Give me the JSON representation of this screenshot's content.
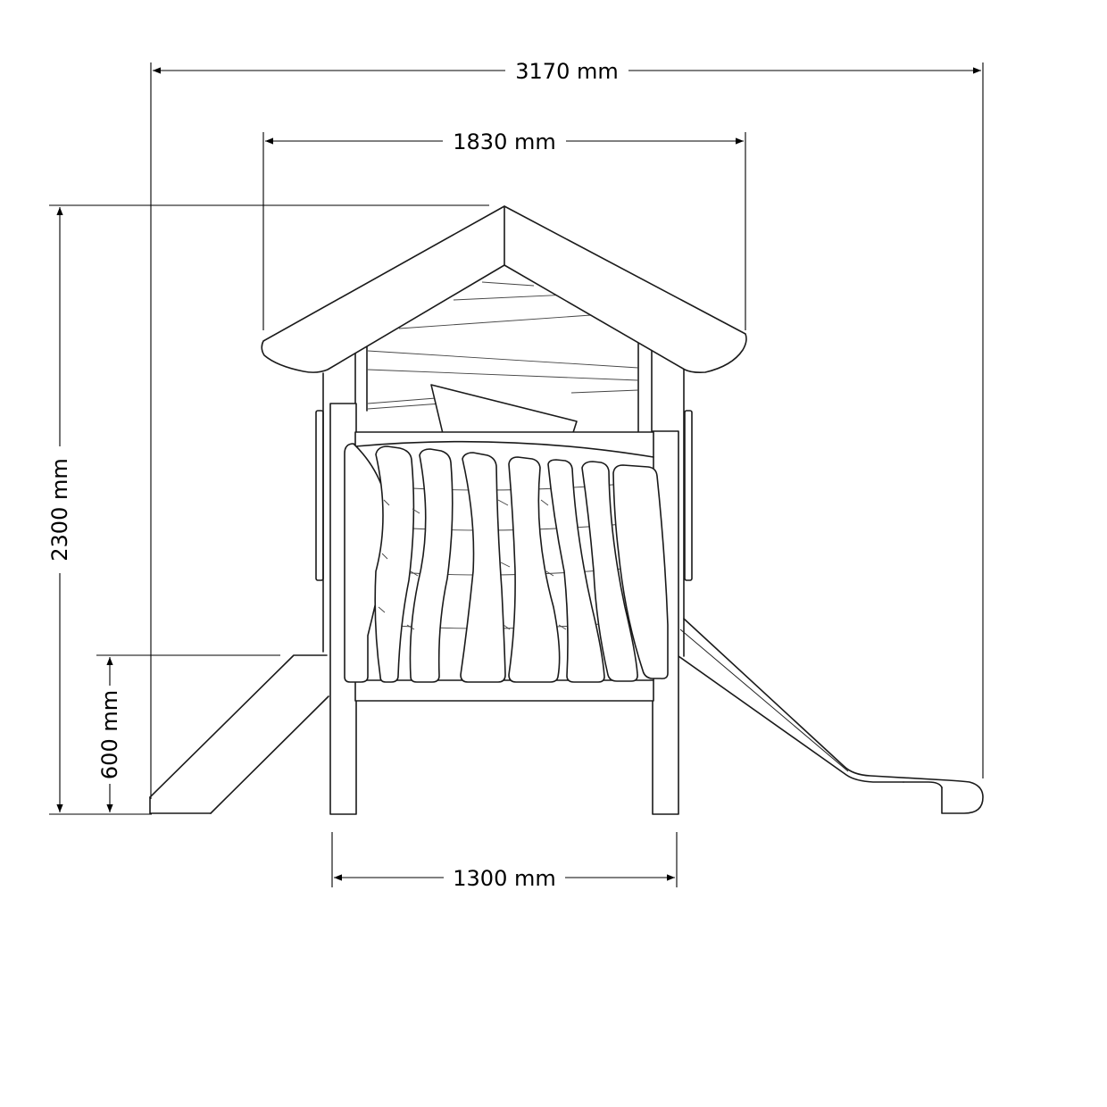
{
  "dimensions": {
    "total_width": "3170 mm",
    "roof_width": "1830 mm",
    "total_height": "2300 mm",
    "platform_height": "600 mm",
    "base_width": "1300 mm"
  },
  "colors": {
    "line": "#1a1a1a",
    "background": "#ffffff"
  }
}
